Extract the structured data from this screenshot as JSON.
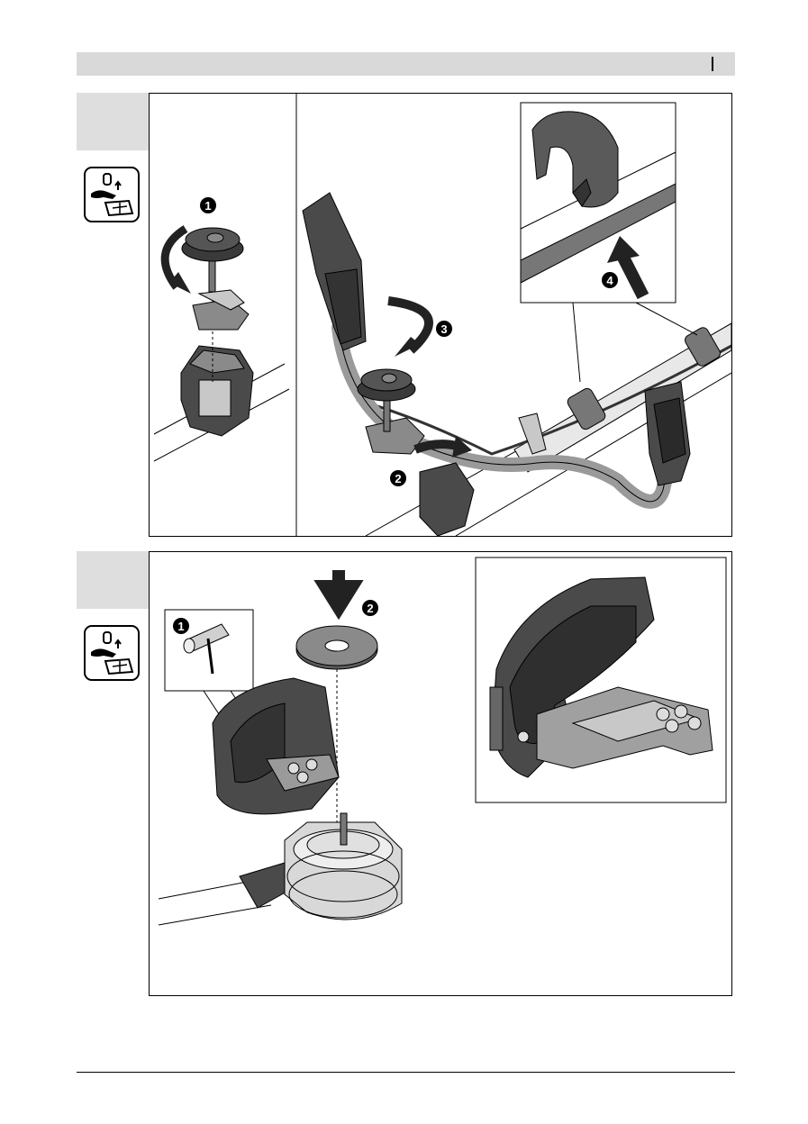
{
  "figures": [
    {
      "id": "figure-1",
      "steps": [
        {
          "label": "1"
        },
        {
          "label": "2"
        },
        {
          "label": "3"
        },
        {
          "label": "4"
        }
      ]
    },
    {
      "id": "figure-2",
      "steps": [
        {
          "label": "1"
        },
        {
          "label": "2"
        }
      ]
    }
  ],
  "icons": {
    "manual_icon": "read-manual-tool-icon",
    "rotate_arrow": "rotate-arrow-icon",
    "push_arrow": "push-arrow-icon"
  },
  "colors": {
    "header_bar": "#d9d9d9",
    "tab": "#dedede",
    "part_dark": "#4a4a4a",
    "part_mid": "#8a8a8a",
    "part_light": "#c8c8c8"
  }
}
